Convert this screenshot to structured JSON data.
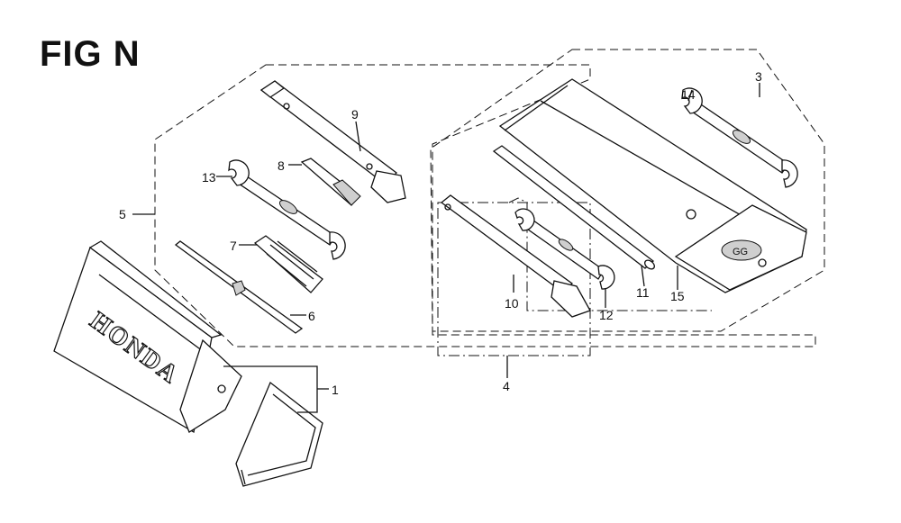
{
  "figure": {
    "title": "FIG N",
    "brand_text": "HONDA"
  },
  "callouts": {
    "c1": "1",
    "c3": "3",
    "c4": "4",
    "c5": "5",
    "c6": "6",
    "c7": "7",
    "c8": "8",
    "c9": "9",
    "c10": "10",
    "c11": "11",
    "c12": "12",
    "c13": "13",
    "c14": "14",
    "c15": "15"
  }
}
